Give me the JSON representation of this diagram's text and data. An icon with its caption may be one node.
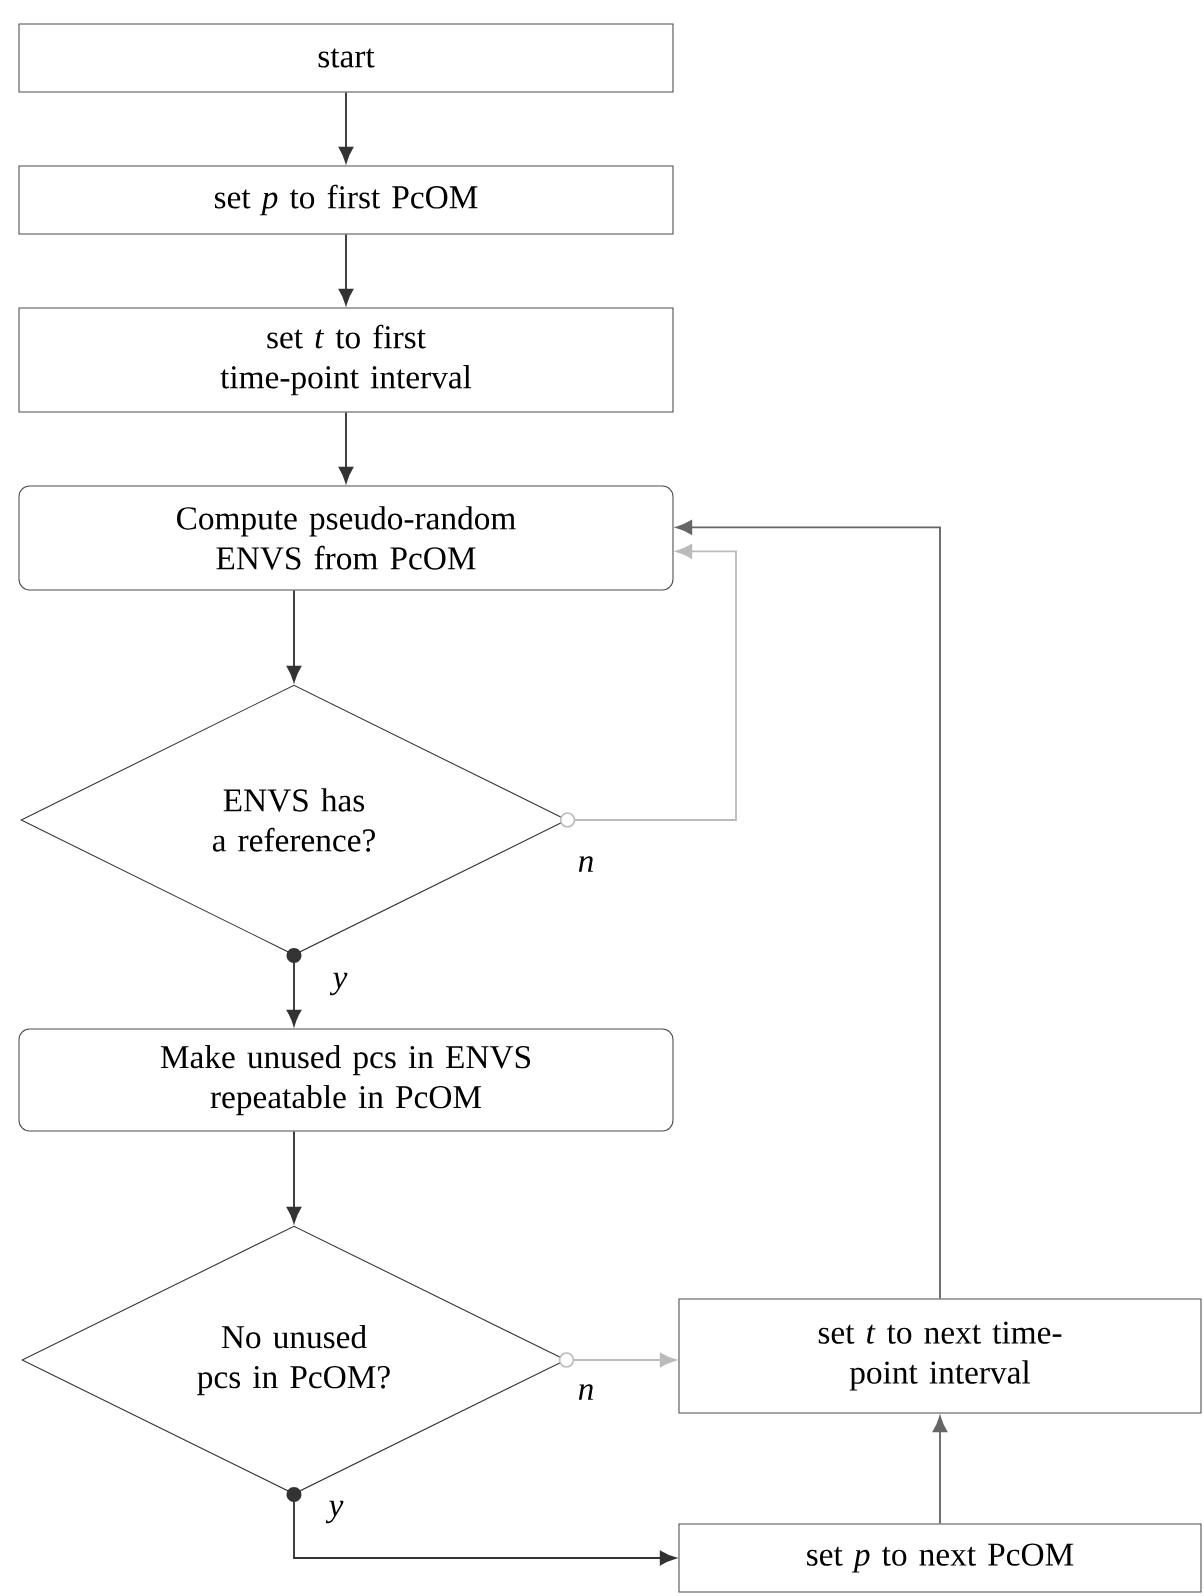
{
  "diagram": {
    "nodes": [
      {
        "text": [
          "start"
        ]
      },
      {
        "text": [
          "set *p* to first PcOM"
        ]
      },
      {
        "text": [
          "set *t* to first time-point interval"
        ]
      },
      {
        "text": [
          "Compute pseudo-random ENVS from PcOM"
        ]
      },
      {
        "text": [
          "ENVS has a reference?"
        ]
      },
      {
        "text": [
          "Make unused pcs in ENVS repeatable in PcOM"
        ]
      },
      {
        "text": [
          "No unused pcs in PcOM?"
        ]
      },
      {
        "text": [
          "set *t* to next time-point interval"
        ]
      },
      {
        "text": [
          "set *p* to next PcOM"
        ]
      }
    ],
    "edges": [
      {
        "from": 0,
        "to": 1,
        "arrow": "to"
      },
      {
        "from": 1,
        "to": 2,
        "arrow": "to"
      },
      {
        "from": 2,
        "to": 3,
        "arrow": "to"
      },
      {
        "from": 3,
        "to": 4,
        "arrow": "to"
      },
      {
        "from": 4,
        "to": 3,
        "arrow": "to",
        "label": "n",
        "color": "#bbbbbb"
      },
      {
        "from": 4,
        "to": 5,
        "arrow": "to",
        "label": "y"
      },
      {
        "from": 5,
        "to": 6,
        "arrow": "to"
      },
      {
        "from": 6,
        "to": 7,
        "arrow": "to",
        "label": "n",
        "color": "#bbbbbb"
      },
      {
        "from": 6,
        "to": 8,
        "arrow": "to",
        "label": "y"
      },
      {
        "from": 8,
        "to": 7,
        "arrow": "to",
        "color": "#666666"
      },
      {
        "from": 7,
        "to": 3,
        "arrow": "to",
        "color": "#666666"
      }
    ]
  }
}
